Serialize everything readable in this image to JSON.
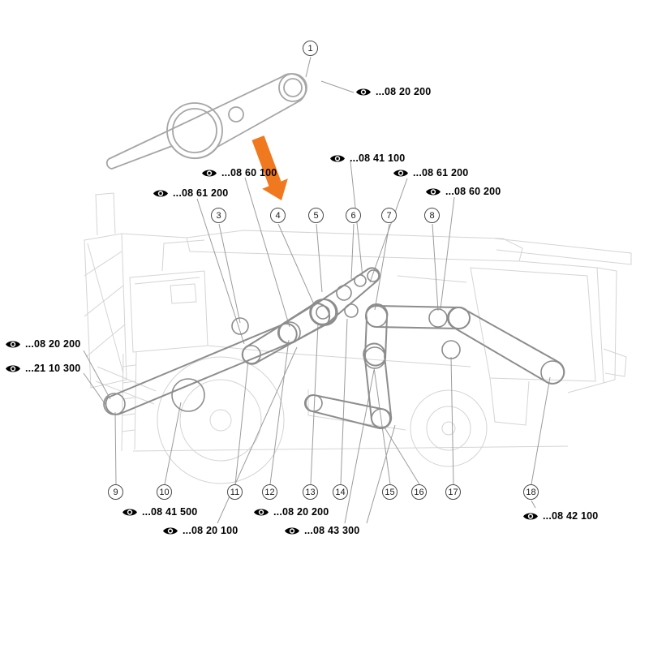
{
  "callouts": [
    {
      "num": "1"
    },
    {
      "num": "3"
    },
    {
      "num": "4"
    },
    {
      "num": "5"
    },
    {
      "num": "6"
    },
    {
      "num": "7"
    },
    {
      "num": "8"
    },
    {
      "num": "9"
    },
    {
      "num": "10"
    },
    {
      "num": "11"
    },
    {
      "num": "12"
    },
    {
      "num": "13"
    },
    {
      "num": "14"
    },
    {
      "num": "15"
    },
    {
      "num": "16"
    },
    {
      "num": "17"
    },
    {
      "num": "18"
    }
  ],
  "part_labels": [
    {
      "text": "...08 20 200"
    },
    {
      "text": "...08 41 100"
    },
    {
      "text": "...08 60 100"
    },
    {
      "text": "...08 61 200"
    },
    {
      "text": "...08 61 200"
    },
    {
      "text": "...08 60 200"
    },
    {
      "text": "...08 20 200"
    },
    {
      "text": "...21 10 300"
    },
    {
      "text": "...08 41 500"
    },
    {
      "text": "...08 20 200"
    },
    {
      "text": "...08 20 100"
    },
    {
      "text": "...08 43 300"
    },
    {
      "text": "...08 42 100"
    }
  ],
  "icons": {
    "part_ref_icon": "eye-icon"
  },
  "colors": {
    "arrow_orange": "#F0781E",
    "sketch_gray": "#d4d4d4",
    "belt_gray": "#8d8d8d",
    "leader_gray": "#9c9c9c",
    "text": "#000000"
  }
}
